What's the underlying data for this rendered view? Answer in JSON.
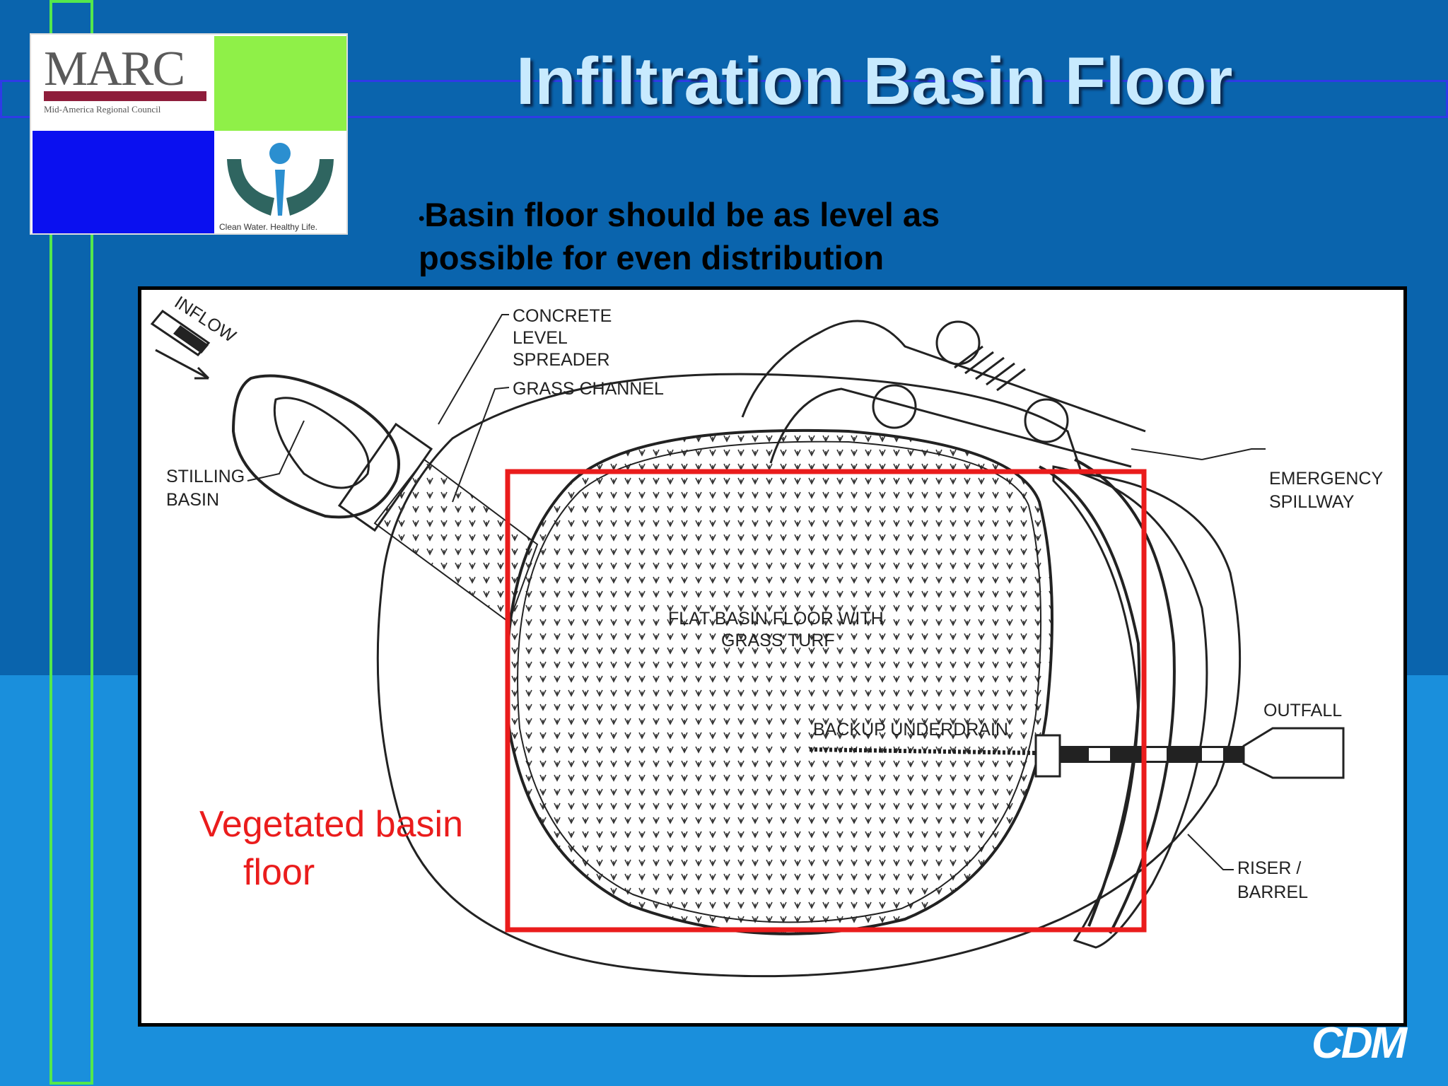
{
  "slide": {
    "title": "Infiltration Basin Floor",
    "bullet": "Basin floor should be as level as possible for even distribution",
    "callout_line1": "Vegetated basin",
    "callout_line2": "floor",
    "footer_logo": "CDM"
  },
  "logo": {
    "name": "MARC",
    "subtitle": "Mid-America Regional Council",
    "tagline": "Clean Water. Healthy Life."
  },
  "diagram": {
    "labels": {
      "inflow": "INFLOW",
      "concrete_line1": "CONCRETE",
      "concrete_line2": "LEVEL",
      "concrete_line3": "SPREADER",
      "grass_channel": "GRASS CHANNEL",
      "stilling_line1": "STILLING",
      "stilling_line2": "BASIN",
      "emergency_line1": "EMERGENCY",
      "emergency_line2": "SPILLWAY",
      "floor_line1": "FLAT BASIN FLOOR WITH",
      "floor_line2": "GRASS TURF",
      "underdrain": "BACKUP UNDERDRAIN",
      "outfall": "OUTFALL",
      "riser_line1": "RISER /",
      "riser_line2": "BARREL"
    }
  },
  "colors": {
    "background": "#0a64ad",
    "title": "#c8eafe",
    "highlight": "#ea1c1c",
    "accent_bar": "#54e84c"
  }
}
